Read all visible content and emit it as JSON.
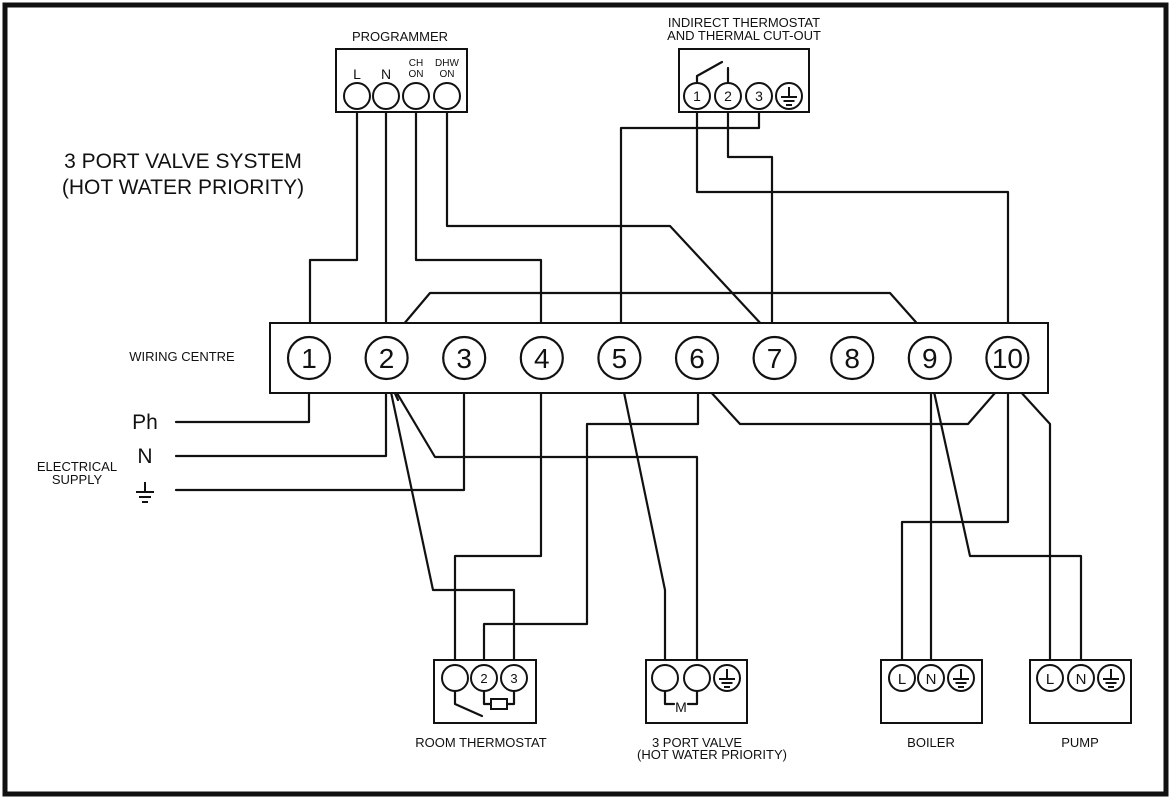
{
  "title": {
    "line1": "3 PORT VALVE SYSTEM",
    "line2": "(HOT WATER PRIORITY)"
  },
  "programmer": {
    "label": "PROGRAMMER",
    "terminals": [
      "L",
      "N",
      "CH\nON",
      "DHW\nON"
    ],
    "t_l": "L",
    "t_n": "N",
    "t_ch_1": "CH",
    "t_ch_2": "ON",
    "t_dhw_1": "DHW",
    "t_dhw_2": "ON"
  },
  "indirect_thermostat": {
    "label_line1": "INDIRECT THERMOSTAT",
    "label_line2": "AND THERMAL CUT-OUT",
    "t1": "1",
    "t2": "2",
    "t3": "3",
    "earth_icon": "earth-icon"
  },
  "wiring_centre": {
    "label": "WIRING CENTRE",
    "terminals": [
      "1",
      "2",
      "3",
      "4",
      "5",
      "6",
      "7",
      "8",
      "9",
      "10"
    ]
  },
  "electrical_supply": {
    "label_line1": "ELECTRICAL",
    "label_line2": "SUPPLY",
    "ph": "Ph",
    "n": "N",
    "earth_icon": "earth-icon"
  },
  "room_thermostat": {
    "label": "ROOM THERMOSTAT",
    "t2": "2",
    "t3": "3"
  },
  "valve": {
    "label_line1": "3 PORT VALVE",
    "label_line2": "(HOT WATER PRIORITY)",
    "motor": "M",
    "earth_icon": "earth-icon"
  },
  "boiler": {
    "label": "BOILER",
    "l": "L",
    "n": "N",
    "earth_icon": "earth-icon"
  },
  "pump": {
    "label": "PUMP",
    "l": "L",
    "n": "N",
    "earth_icon": "earth-icon"
  },
  "colors": {
    "line": "#111111",
    "background": "#ffffff"
  }
}
